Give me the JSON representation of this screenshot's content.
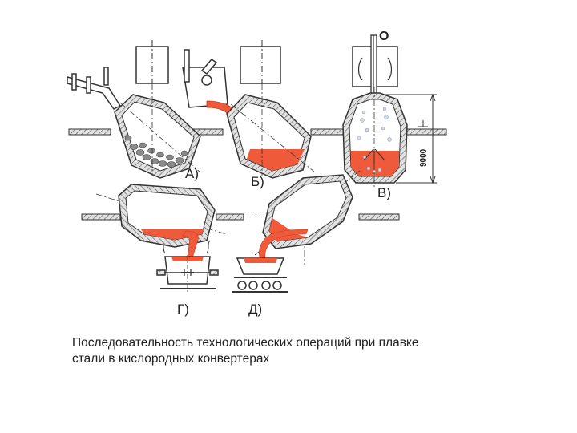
{
  "stages": {
    "a": "А)",
    "b": "Б)",
    "v": "В)",
    "g": "Г)",
    "d": "Д)"
  },
  "oxygen_label": "O",
  "dimension_label": "9000",
  "caption": {
    "line1": "Последовательность технологических операций при плавке",
    "line2": "стали в кислородных конвертерах"
  },
  "colors": {
    "metal": "#ee5a3a",
    "metal_dark": "#d84325",
    "lining": "#cfcfcf",
    "outline": "#333333",
    "scrap": "#8a8a8a"
  }
}
